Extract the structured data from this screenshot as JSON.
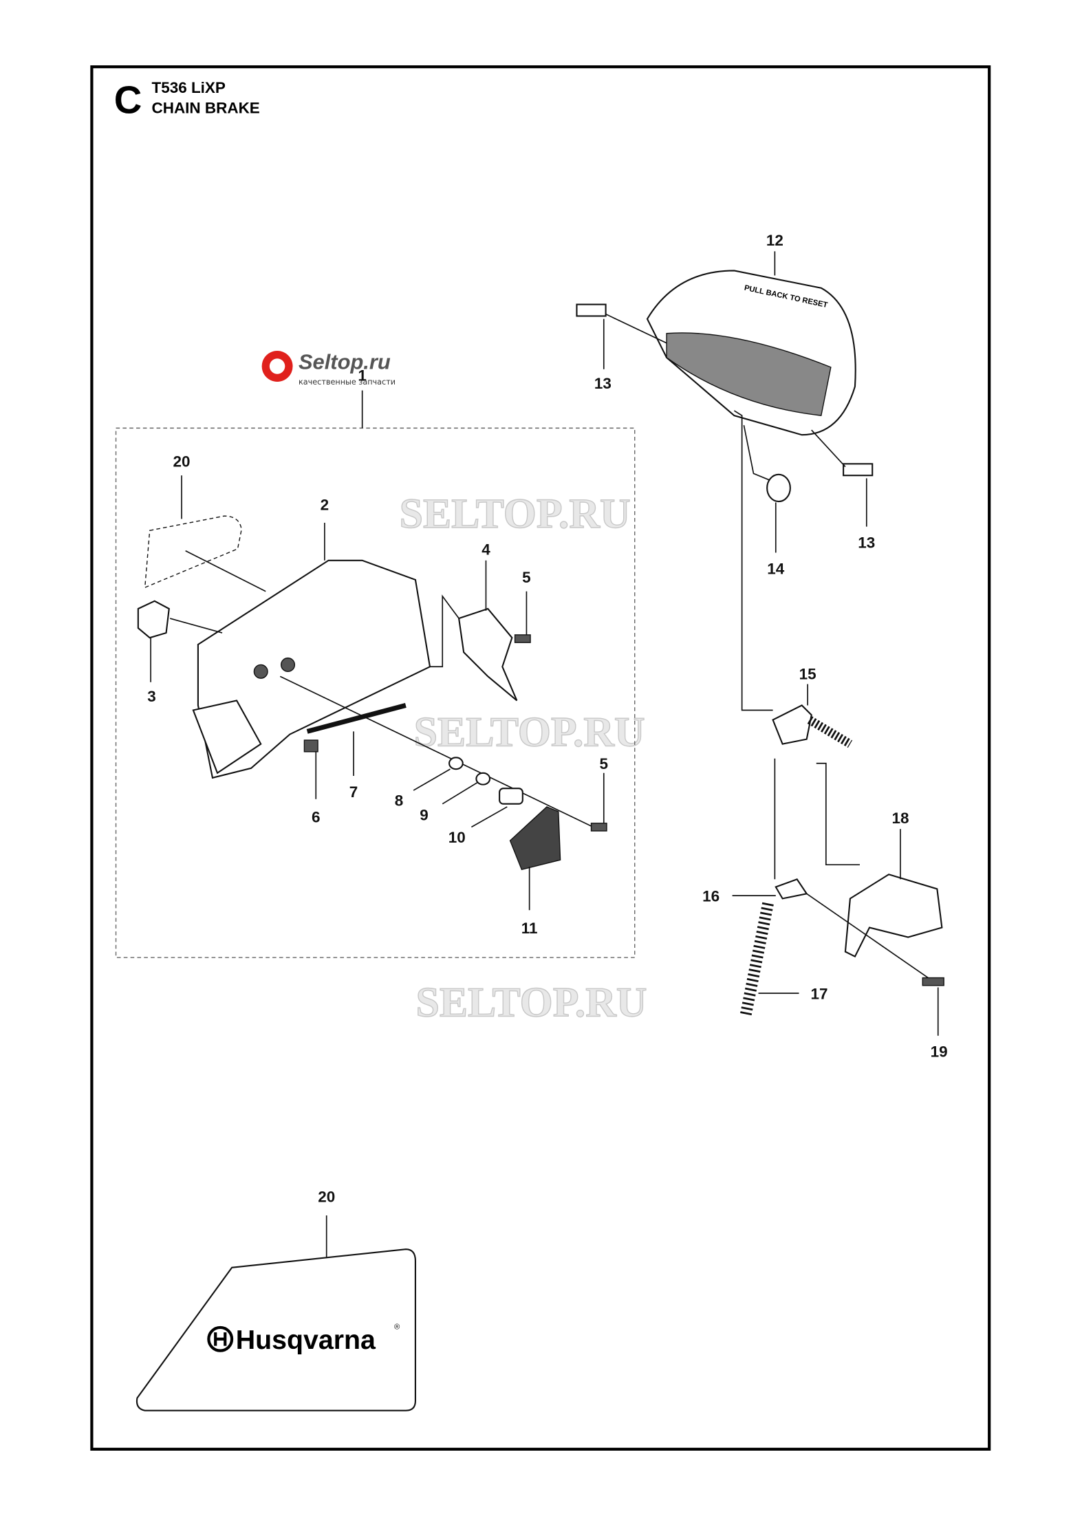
{
  "header": {
    "section_letter": "C",
    "model": "T536 LiXP",
    "title": "CHAIN BRAKE"
  },
  "logo": {
    "name": "Seltop.ru",
    "tagline": "качественные запчасти"
  },
  "watermarks": [
    "SELTOP.RU",
    "SELTOP.RU",
    "SELTOP.RU"
  ],
  "callouts": [
    "1",
    "2",
    "3",
    "4",
    "5",
    "5",
    "6",
    "7",
    "8",
    "9",
    "10",
    "11",
    "12",
    "13",
    "13",
    "14",
    "15",
    "16",
    "17",
    "18",
    "19",
    "20",
    "20"
  ],
  "decal": {
    "brand": "Husqvarna",
    "brand_mark": "®"
  },
  "kickback_guard_text": "PULL BACK TO RESET"
}
